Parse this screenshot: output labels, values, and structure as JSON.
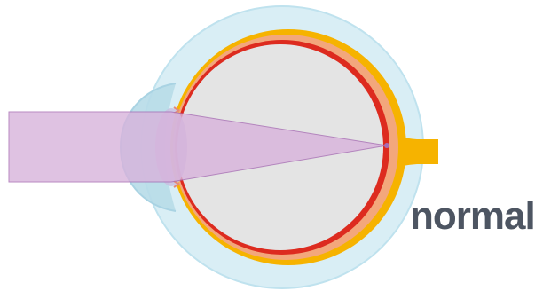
{
  "label": {
    "text": "normal"
  },
  "colors": {
    "background": "#ffffff",
    "outer_layer": "#d9eef5",
    "outer_layer_stroke": "#bfe2ee",
    "sclera_band": "#f6b300",
    "choroid_band": "#f3a77c",
    "retina_line": "#dd2b1f",
    "vitreous": "#e4e4e4",
    "cornea": "#b7dbe8",
    "lens": "#c9bfe0",
    "light_beam": "#d8b3dc",
    "light_beam_stroke": "#a76db4",
    "optic_nerve": "#f6b300",
    "label_text": "#4d5562"
  },
  "parts": [
    "outer-layer",
    "sclera",
    "choroid",
    "retina",
    "vitreous-body",
    "cornea",
    "lens",
    "optic-nerve",
    "light-beam",
    "focal-point"
  ]
}
